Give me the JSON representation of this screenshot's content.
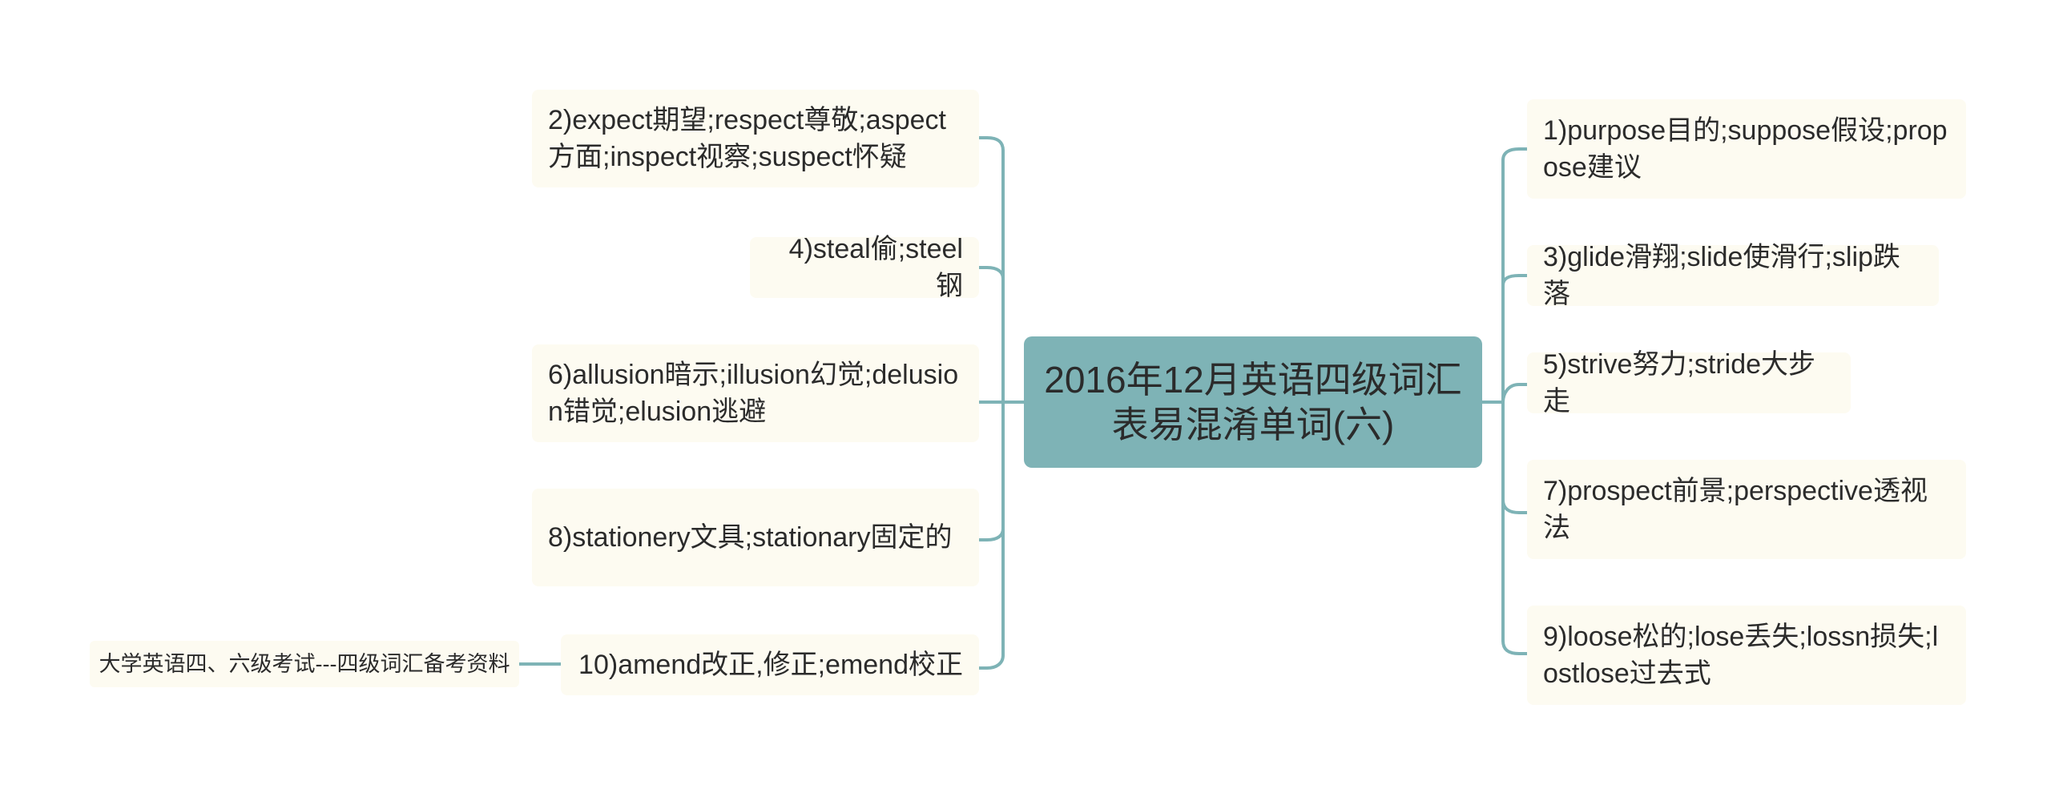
{
  "root": {
    "title": "2016年12月英语四级词汇表易混淆单词(六)"
  },
  "left_branches": [
    {
      "text": "2)expect期望;respect尊敬;aspect方面;inspect视察;suspect怀疑"
    },
    {
      "text": "4)steal偷;steel钢"
    },
    {
      "text": "6)allusion暗示;illusion幻觉;delusion错觉;elusion逃避"
    },
    {
      "text": "8)stationery文具;stationary固定的"
    },
    {
      "text": "10)amend改正,修正;emend校正"
    }
  ],
  "right_branches": [
    {
      "text": "1)purpose目的;suppose假设;propose建议"
    },
    {
      "text": "3)glide滑翔;slide使滑行;slip跌落"
    },
    {
      "text": "5)strive努力;stride大步走"
    },
    {
      "text": "7)prospect前景;perspective透视法"
    },
    {
      "text": "9)loose松的;lose丢失;lossn损失;lostlose过去式"
    }
  ],
  "note": {
    "text": "大学英语四、六级考试---四级词汇备考资料"
  },
  "colors": {
    "root_fill": "#7eb3b6",
    "node_fill": "#fdfbf1",
    "connector": "#7eb3b6",
    "text": "#2b2b2b"
  }
}
